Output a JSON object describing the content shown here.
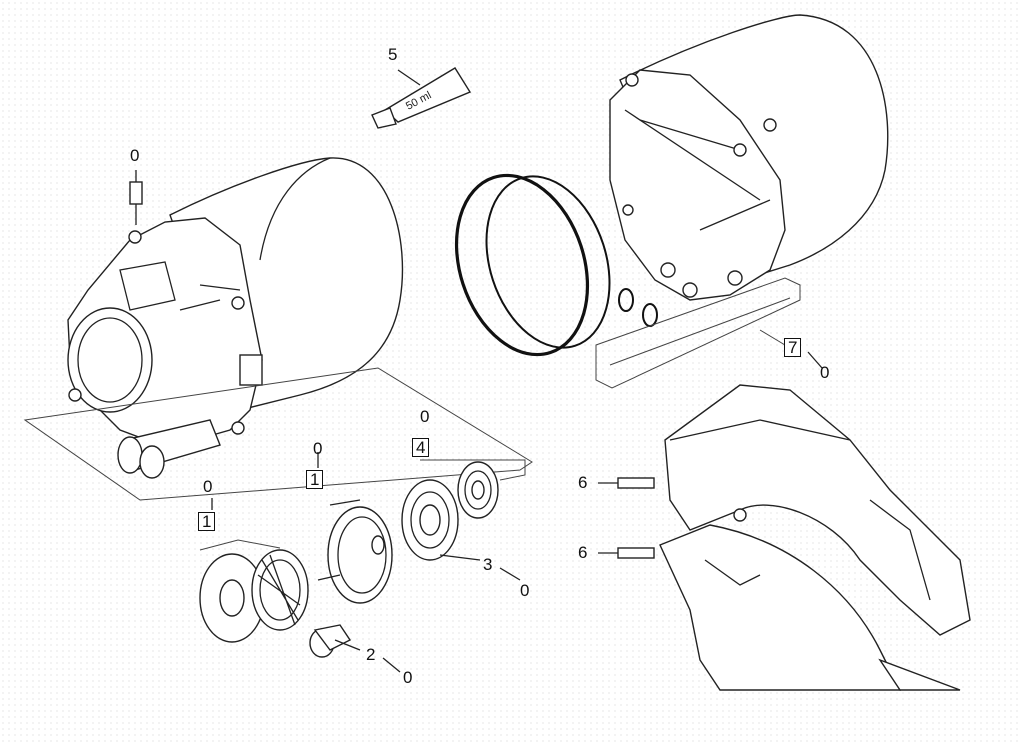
{
  "diagram": {
    "tube_text": "50 ml",
    "callouts": [
      {
        "id": "c5",
        "text": "5",
        "boxed": false
      },
      {
        "id": "c0a",
        "text": "0",
        "boxed": false
      },
      {
        "id": "c7",
        "text": "7",
        "boxed": true
      },
      {
        "id": "c7b",
        "text": "0",
        "boxed": false
      },
      {
        "id": "c4a",
        "text": "0",
        "boxed": false
      },
      {
        "id": "c4",
        "text": "4",
        "boxed": true
      },
      {
        "id": "c1a",
        "text": "0",
        "boxed": false
      },
      {
        "id": "c1",
        "text": "1",
        "boxed": true
      },
      {
        "id": "c1ba",
        "text": "0",
        "boxed": false
      },
      {
        "id": "c1b",
        "text": "1",
        "boxed": true
      },
      {
        "id": "c3",
        "text": "3",
        "boxed": false
      },
      {
        "id": "c3b",
        "text": "0",
        "boxed": false
      },
      {
        "id": "c2",
        "text": "2",
        "boxed": false
      },
      {
        "id": "c2b",
        "text": "0",
        "boxed": false
      },
      {
        "id": "c6a",
        "text": "6",
        "boxed": false
      },
      {
        "id": "c6b",
        "text": "6",
        "boxed": false
      }
    ]
  }
}
